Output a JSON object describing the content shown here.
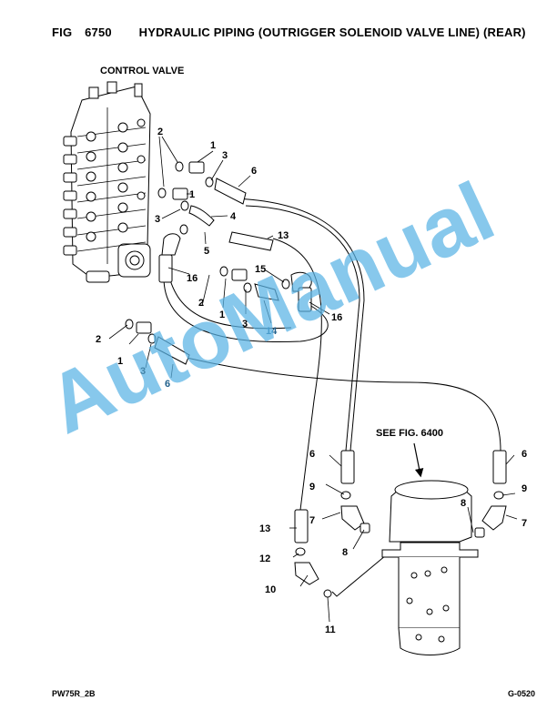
{
  "header": {
    "fig_label": "FIG",
    "fig_number": "6750",
    "title": "HYDRAULIC PIPING (OUTRIGGER SOLENOID VALVE LINE) (REAR)"
  },
  "labels": {
    "control_valve": "CONTROL VALVE",
    "see_fig": "SEE FIG. 6400"
  },
  "watermark": "AutoManual",
  "footer": {
    "left": "PW75R_2B",
    "right": "G-0520"
  },
  "callouts": [
    "2",
    "1",
    "3",
    "6",
    "1",
    "3",
    "4",
    "5",
    "13",
    "16",
    "15",
    "2",
    "1",
    "3",
    "14",
    "16",
    "2",
    "1",
    "3",
    "6",
    "6",
    "9",
    "7",
    "13",
    "12",
    "10",
    "8",
    "11",
    "6",
    "9",
    "8",
    "7"
  ],
  "colors": {
    "line": "#000000",
    "watermark": "#5ab4e6",
    "callout_blue": "#1f5f8b"
  }
}
